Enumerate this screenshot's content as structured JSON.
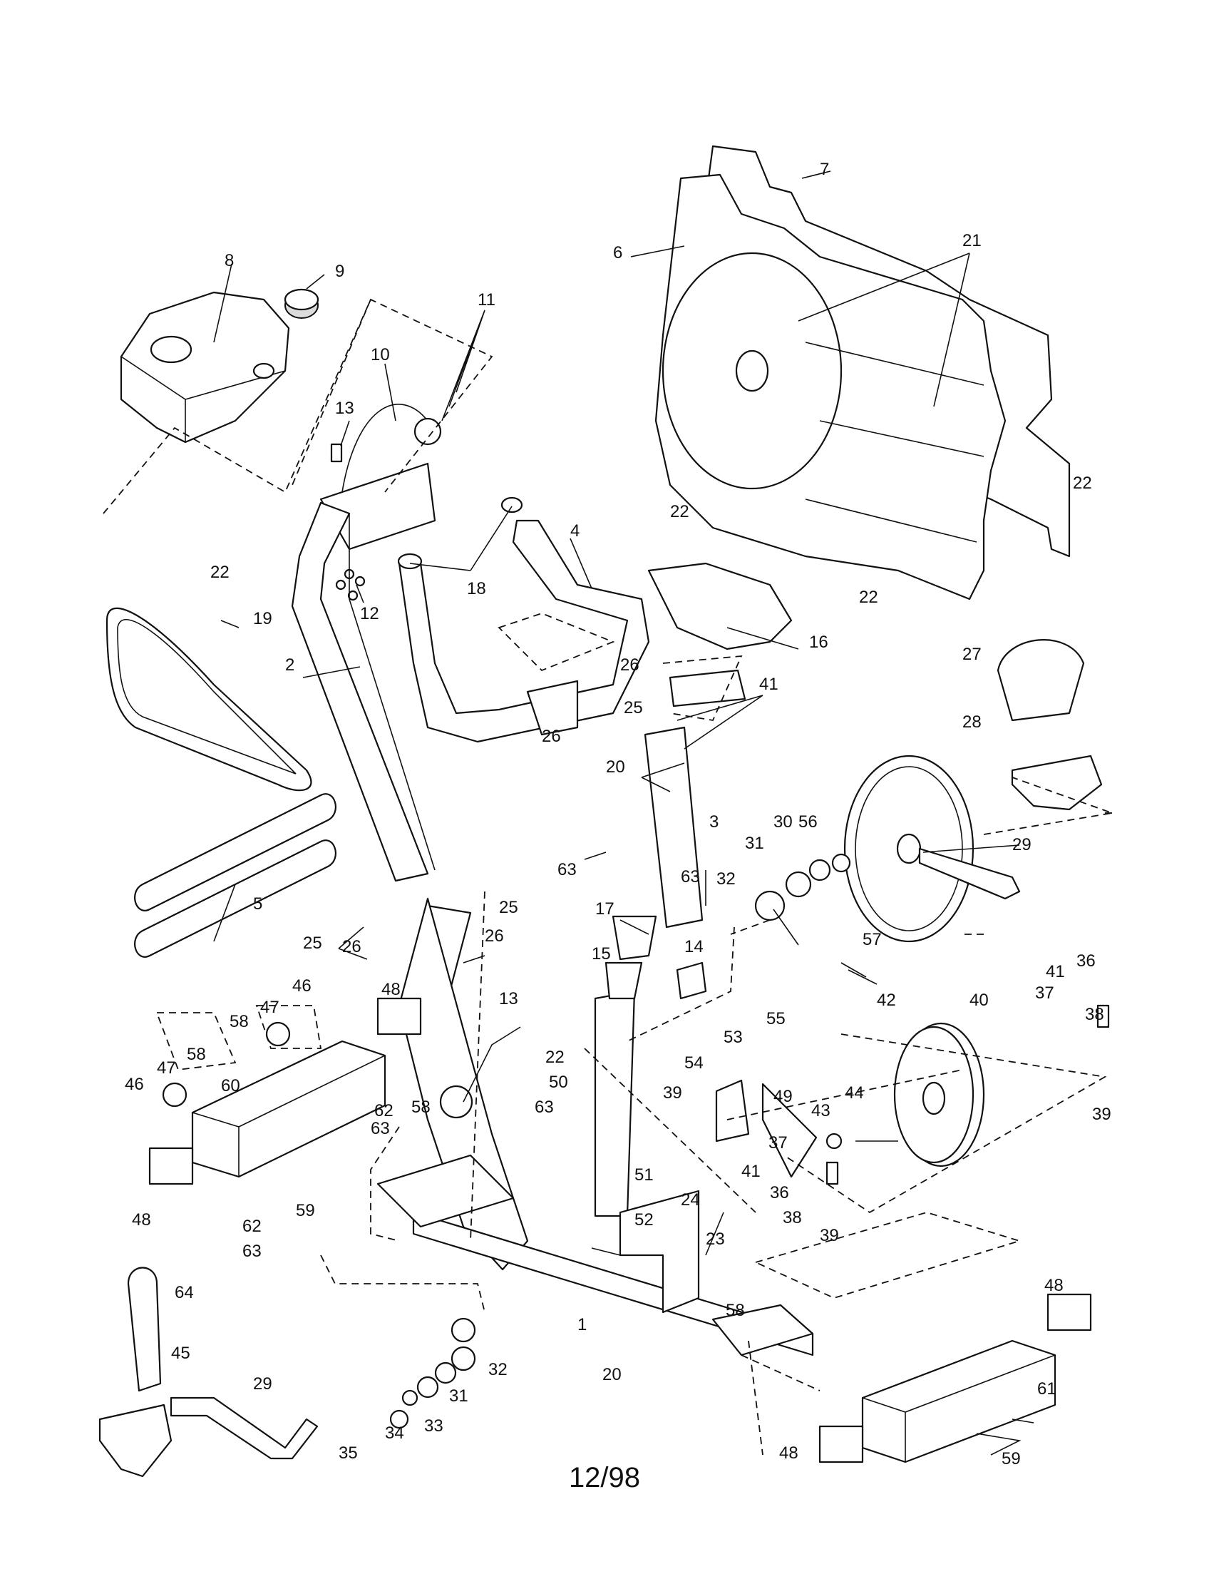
{
  "footer": {
    "date_code": "12/98"
  },
  "callouts": [
    {
      "id": "1",
      "text": "1"
    },
    {
      "id": "2",
      "text": "2"
    },
    {
      "id": "3",
      "text": "3"
    },
    {
      "id": "4",
      "text": "4"
    },
    {
      "id": "5",
      "text": "5"
    },
    {
      "id": "6",
      "text": "6"
    },
    {
      "id": "7",
      "text": "7"
    },
    {
      "id": "8",
      "text": "8"
    },
    {
      "id": "9",
      "text": "9"
    },
    {
      "id": "10",
      "text": "10"
    },
    {
      "id": "11",
      "text": "11"
    },
    {
      "id": "12",
      "text": "12"
    },
    {
      "id": "13a",
      "text": "13"
    },
    {
      "id": "13b",
      "text": "13"
    },
    {
      "id": "14",
      "text": "14"
    },
    {
      "id": "15",
      "text": "15"
    },
    {
      "id": "16",
      "text": "16"
    },
    {
      "id": "17",
      "text": "17"
    },
    {
      "id": "18",
      "text": "18"
    },
    {
      "id": "19",
      "text": "19"
    },
    {
      "id": "20a",
      "text": "20"
    },
    {
      "id": "20b",
      "text": "20"
    },
    {
      "id": "21",
      "text": "21"
    },
    {
      "id": "22a",
      "text": "22"
    },
    {
      "id": "22b",
      "text": "22"
    },
    {
      "id": "22c",
      "text": "22"
    },
    {
      "id": "22d",
      "text": "22"
    },
    {
      "id": "22e",
      "text": "22"
    },
    {
      "id": "23",
      "text": "23"
    },
    {
      "id": "24",
      "text": "24"
    },
    {
      "id": "25a",
      "text": "25"
    },
    {
      "id": "25b",
      "text": "25"
    },
    {
      "id": "25c",
      "text": "25"
    },
    {
      "id": "26a",
      "text": "26"
    },
    {
      "id": "26b",
      "text": "26"
    },
    {
      "id": "26c",
      "text": "26"
    },
    {
      "id": "26d",
      "text": "26"
    },
    {
      "id": "27",
      "text": "27"
    },
    {
      "id": "28",
      "text": "28"
    },
    {
      "id": "29a",
      "text": "29"
    },
    {
      "id": "29b",
      "text": "29"
    },
    {
      "id": "30",
      "text": "30"
    },
    {
      "id": "31a",
      "text": "31"
    },
    {
      "id": "31b",
      "text": "31"
    },
    {
      "id": "32a",
      "text": "32"
    },
    {
      "id": "32b",
      "text": "32"
    },
    {
      "id": "33",
      "text": "33"
    },
    {
      "id": "34",
      "text": "34"
    },
    {
      "id": "35",
      "text": "35"
    },
    {
      "id": "36a",
      "text": "36"
    },
    {
      "id": "36b",
      "text": "36"
    },
    {
      "id": "37a",
      "text": "37"
    },
    {
      "id": "37b",
      "text": "37"
    },
    {
      "id": "38a",
      "text": "38"
    },
    {
      "id": "38b",
      "text": "38"
    },
    {
      "id": "39a",
      "text": "39"
    },
    {
      "id": "39b",
      "text": "39"
    },
    {
      "id": "39c",
      "text": "39"
    },
    {
      "id": "40",
      "text": "40"
    },
    {
      "id": "41a",
      "text": "41"
    },
    {
      "id": "41b",
      "text": "41"
    },
    {
      "id": "41c",
      "text": "41"
    },
    {
      "id": "42",
      "text": "42"
    },
    {
      "id": "43",
      "text": "43"
    },
    {
      "id": "44",
      "text": "44"
    },
    {
      "id": "45",
      "text": "45"
    },
    {
      "id": "46a",
      "text": "46"
    },
    {
      "id": "46b",
      "text": "46"
    },
    {
      "id": "47a",
      "text": "47"
    },
    {
      "id": "47b",
      "text": "47"
    },
    {
      "id": "48a",
      "text": "48"
    },
    {
      "id": "48b",
      "text": "48"
    },
    {
      "id": "48c",
      "text": "48"
    },
    {
      "id": "48d",
      "text": "48"
    },
    {
      "id": "49",
      "text": "49"
    },
    {
      "id": "50",
      "text": "50"
    },
    {
      "id": "51",
      "text": "51"
    },
    {
      "id": "52",
      "text": "52"
    },
    {
      "id": "53",
      "text": "53"
    },
    {
      "id": "54",
      "text": "54"
    },
    {
      "id": "55",
      "text": "55"
    },
    {
      "id": "56",
      "text": "56"
    },
    {
      "id": "57",
      "text": "57"
    },
    {
      "id": "58a",
      "text": "58"
    },
    {
      "id": "58b",
      "text": "58"
    },
    {
      "id": "58c",
      "text": "58"
    },
    {
      "id": "58d",
      "text": "58"
    },
    {
      "id": "59a",
      "text": "59"
    },
    {
      "id": "59b",
      "text": "59"
    },
    {
      "id": "60",
      "text": "60"
    },
    {
      "id": "61",
      "text": "61"
    },
    {
      "id": "62a",
      "text": "62"
    },
    {
      "id": "62b",
      "text": "62"
    },
    {
      "id": "63a",
      "text": "63"
    },
    {
      "id": "63b",
      "text": "63"
    },
    {
      "id": "63c",
      "text": "63"
    },
    {
      "id": "63d",
      "text": "63"
    },
    {
      "id": "63e",
      "text": "63"
    },
    {
      "id": "64",
      "text": "64"
    }
  ]
}
